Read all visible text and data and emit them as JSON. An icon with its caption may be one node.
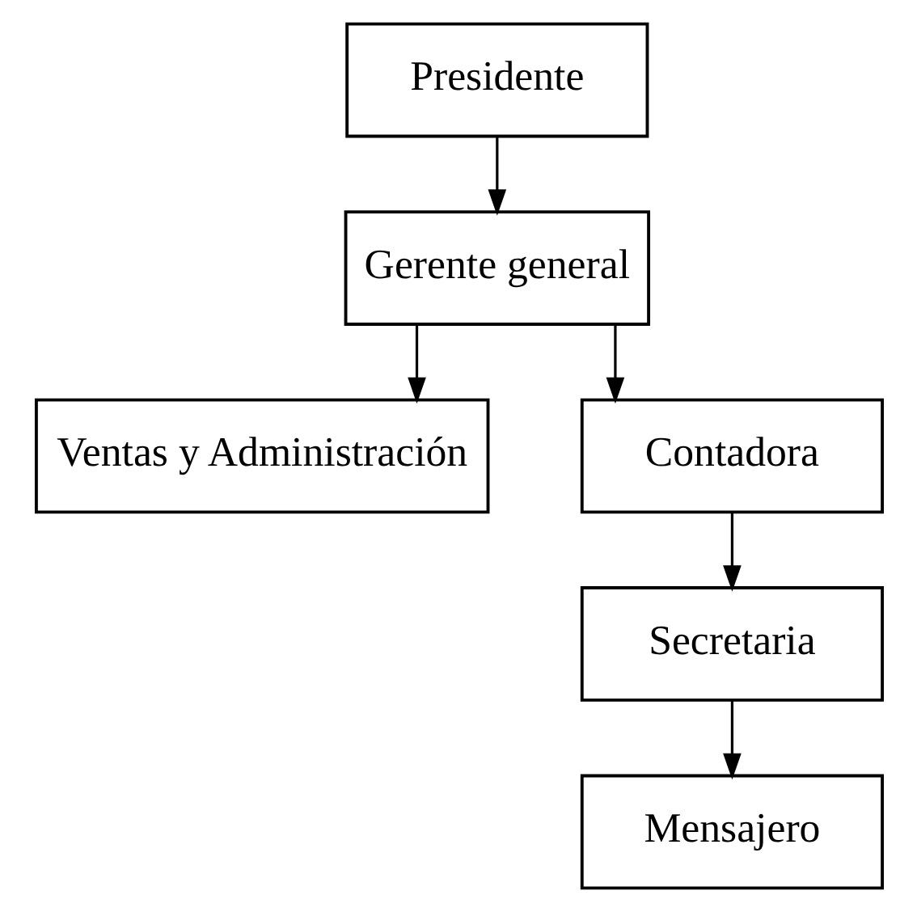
{
  "diagram": {
    "nodes": [
      {
        "text": [
          "Presidente"
        ]
      },
      {
        "text": [
          "Gerente general"
        ]
      },
      {
        "text": [
          "Ventas y Administración"
        ]
      },
      {
        "text": [
          "Contadora"
        ]
      },
      {
        "text": [
          "Secretaria"
        ]
      },
      {
        "text": [
          "Mensajero"
        ]
      }
    ],
    "edges": [
      {
        "from": 0,
        "to": 1,
        "arrow": "to"
      },
      {
        "from": 1,
        "to": 2,
        "arrow": "to"
      },
      {
        "from": 1,
        "to": 3,
        "arrow": "to"
      },
      {
        "from": 3,
        "to": 4,
        "arrow": "to"
      },
      {
        "from": 4,
        "to": 5,
        "arrow": "to"
      }
    ]
  }
}
